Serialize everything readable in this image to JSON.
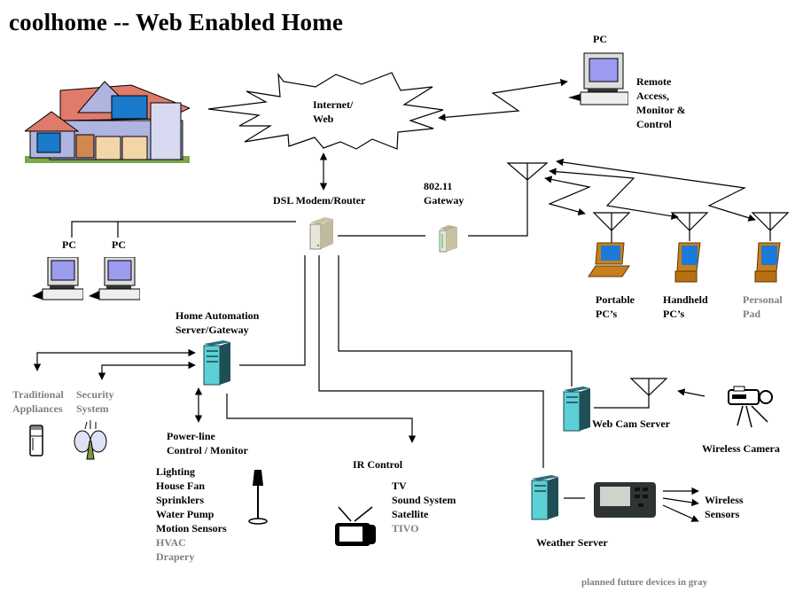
{
  "title": "coolhome -- Web Enabled Home",
  "colors": {
    "future_text": "#808080",
    "line": "#000000",
    "server_teal": "#4fc3c8"
  },
  "nodes": {
    "house": {
      "icon": "house-icon"
    },
    "internet": {
      "line1": "Internet/",
      "line2": "Web",
      "icon": "cloud-burst-icon"
    },
    "remote_pc": {
      "label": "PC",
      "desc": [
        "Remote",
        "Access,",
        "Monitor &",
        "Control"
      ],
      "icon": "desktop-pc-icon"
    },
    "dsl": {
      "label": "DSL Modem/Router",
      "icon": "modem-router-icon"
    },
    "gateway_80211": {
      "line1": "802.11",
      "line2": "Gateway",
      "icon": "wireless-gateway-icon"
    },
    "local_pcs": [
      {
        "label": "PC"
      },
      {
        "label": "PC"
      }
    ],
    "wireless_devices": [
      {
        "line1": "Portable",
        "line2": "PC’s",
        "future": false,
        "icon": "laptop-icon"
      },
      {
        "line1": "Handheld",
        "line2": "PC’s",
        "future": false,
        "icon": "handheld-pc-icon"
      },
      {
        "line1": "Personal",
        "line2": "Pad",
        "future": true,
        "icon": "personal-pad-icon"
      }
    ],
    "home_automation": {
      "line1": "Home Automation",
      "line2": "Server/Gateway",
      "icon": "server-tower-icon"
    },
    "traditional": {
      "line1": "Traditional",
      "line2": "Appliances",
      "future": true,
      "icon": "refrigerator-icon"
    },
    "security": {
      "line1": "Security",
      "line2": "System",
      "future": true,
      "icon": "security-alarm-icon"
    },
    "powerline": {
      "line1": "Power-line",
      "line2": "Control / Monitor"
    },
    "powerline_items": [
      {
        "text": "Lighting",
        "future": false
      },
      {
        "text": "House Fan",
        "future": false
      },
      {
        "text": "Sprinklers",
        "future": false
      },
      {
        "text": "Water Pump",
        "future": false
      },
      {
        "text": "Motion Sensors",
        "future": false
      },
      {
        "text": "HVAC",
        "future": true
      },
      {
        "text": "Drapery",
        "future": true
      }
    ],
    "ir_control": {
      "label": "IR Control"
    },
    "ir_items": [
      {
        "text": "TV",
        "future": false
      },
      {
        "text": "Sound System",
        "future": false
      },
      {
        "text": "Satellite",
        "future": false
      },
      {
        "text": "TIVO",
        "future": true
      }
    ],
    "webcam_server": {
      "label": "Web Cam Server"
    },
    "wireless_camera": {
      "label": "Wireless Camera"
    },
    "weather_server": {
      "label": "Weather Server"
    },
    "wireless_sensors": {
      "line1": "Wireless",
      "line2": "Sensors"
    }
  },
  "footnote": "planned future devices in gray"
}
